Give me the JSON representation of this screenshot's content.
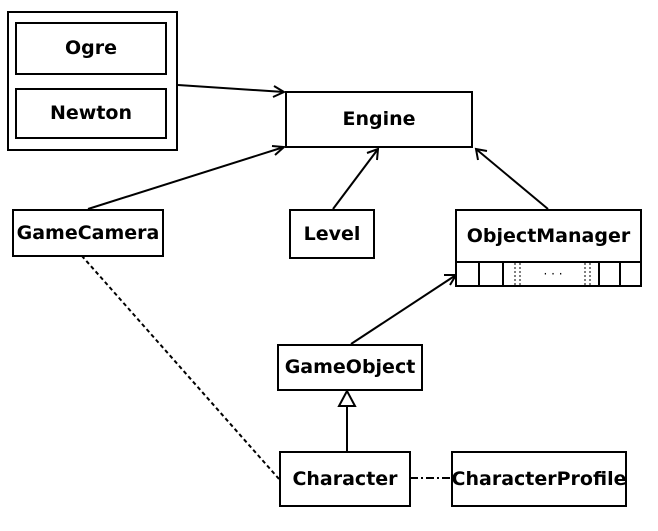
{
  "diagram": {
    "nodes": {
      "ogre": "Ogre",
      "newton": "Newton",
      "engine": "Engine",
      "game_camera": "GameCamera",
      "level": "Level",
      "object_manager": "ObjectManager",
      "game_object": "GameObject",
      "character": "Character",
      "character_profile": "CharacterProfile"
    },
    "object_manager_slots": "· · ·",
    "edges": [
      {
        "from": "Ogre/Newton group",
        "to": "Engine",
        "style": "open-arrow"
      },
      {
        "from": "GameCamera",
        "to": "Engine",
        "style": "open-arrow"
      },
      {
        "from": "Level",
        "to": "Engine",
        "style": "open-arrow"
      },
      {
        "from": "ObjectManager",
        "to": "Engine",
        "style": "open-arrow"
      },
      {
        "from": "GameObject",
        "to": "ObjectManager",
        "style": "open-arrow"
      },
      {
        "from": "Character",
        "to": "GameObject",
        "style": "hollow-triangle"
      },
      {
        "from": "Character",
        "to": "GameCamera",
        "style": "dashed"
      },
      {
        "from": "Character",
        "to": "CharacterProfile",
        "style": "dash-dot"
      }
    ]
  }
}
